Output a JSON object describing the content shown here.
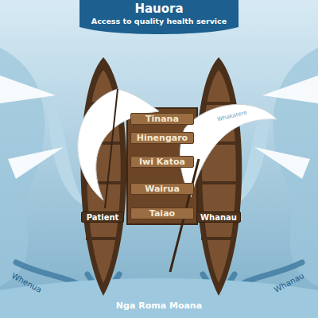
{
  "diagram": {
    "title": "Hauora",
    "nodes": [
      {
        "text": [
          "Tinana"
        ]
      },
      {
        "text": [
          "Hinengaro"
        ]
      },
      {
        "text": [
          "Iwi Katoa"
        ]
      },
      {
        "text": [
          "Wairua"
        ]
      },
      {
        "text": [
          "Taiao"
        ]
      },
      {
        "text": [
          "Patient"
        ]
      },
      {
        "text": [
          "Whanau"
        ]
      }
    ],
    "labels": [
      "Access to quality health service",
      "Whakatere",
      "Nga Roma Moana",
      "Whenua",
      "Whanau"
    ]
  }
}
